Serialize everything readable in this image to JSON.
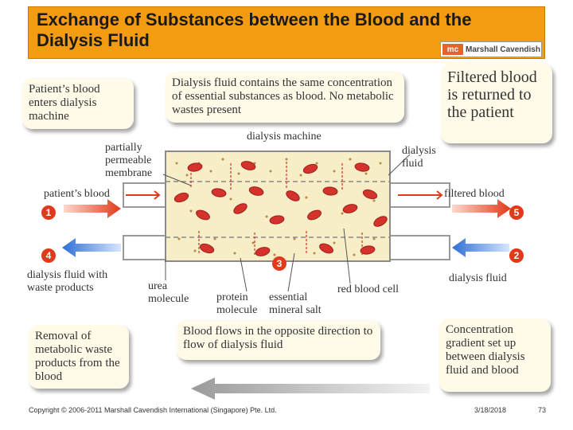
{
  "title": "Exchange of Substances between the Blood and the Dialysis Fluid",
  "brand": {
    "logo": "mc",
    "name": "Marshall Cavendish"
  },
  "callouts": {
    "patient_blood": "Patient’s blood enters dialysis machine",
    "dialysis_fluid": "Dialysis fluid contains the same concentration of essential substances as blood. No metabolic wastes present",
    "filtered": "Filtered blood is returned to the patient",
    "removal": "Removal of metabolic waste products from the blood",
    "opposite": "Blood flows in the opposite direction to flow of dialysis fluid",
    "gradient": "Concentration gradient set up between dialysis fluid and blood"
  },
  "labels": {
    "dialysis_machine": "dialysis machine",
    "partially_permeable": "partially permeable membrane",
    "dialysis_fluid_top": "dialysis fluid",
    "patients_blood": "patient’s blood",
    "filtered_blood": "filtered blood",
    "dialysis_fluid_waste": "dialysis fluid with waste products",
    "dialysis_fluid_right": "dialysis fluid",
    "urea": "urea molecule",
    "protein": "protein molecule",
    "essential": "essential mineral salt",
    "rbc": "red blood cell"
  },
  "steps": [
    "1",
    "2",
    "3",
    "4",
    "5"
  ],
  "footer": {
    "copyright": "Copyright © 2006-2011 Marshall Cavendish International (Singapore) Pte. Ltd.",
    "date": "3/18/2018",
    "page": "73"
  },
  "colors": {
    "title_bg": "#f39c12",
    "arrow_red": "#e03a1a",
    "arrow_blue": "#2f6fd6",
    "chamber": "#f7edc6",
    "cell": "#d4322b"
  }
}
